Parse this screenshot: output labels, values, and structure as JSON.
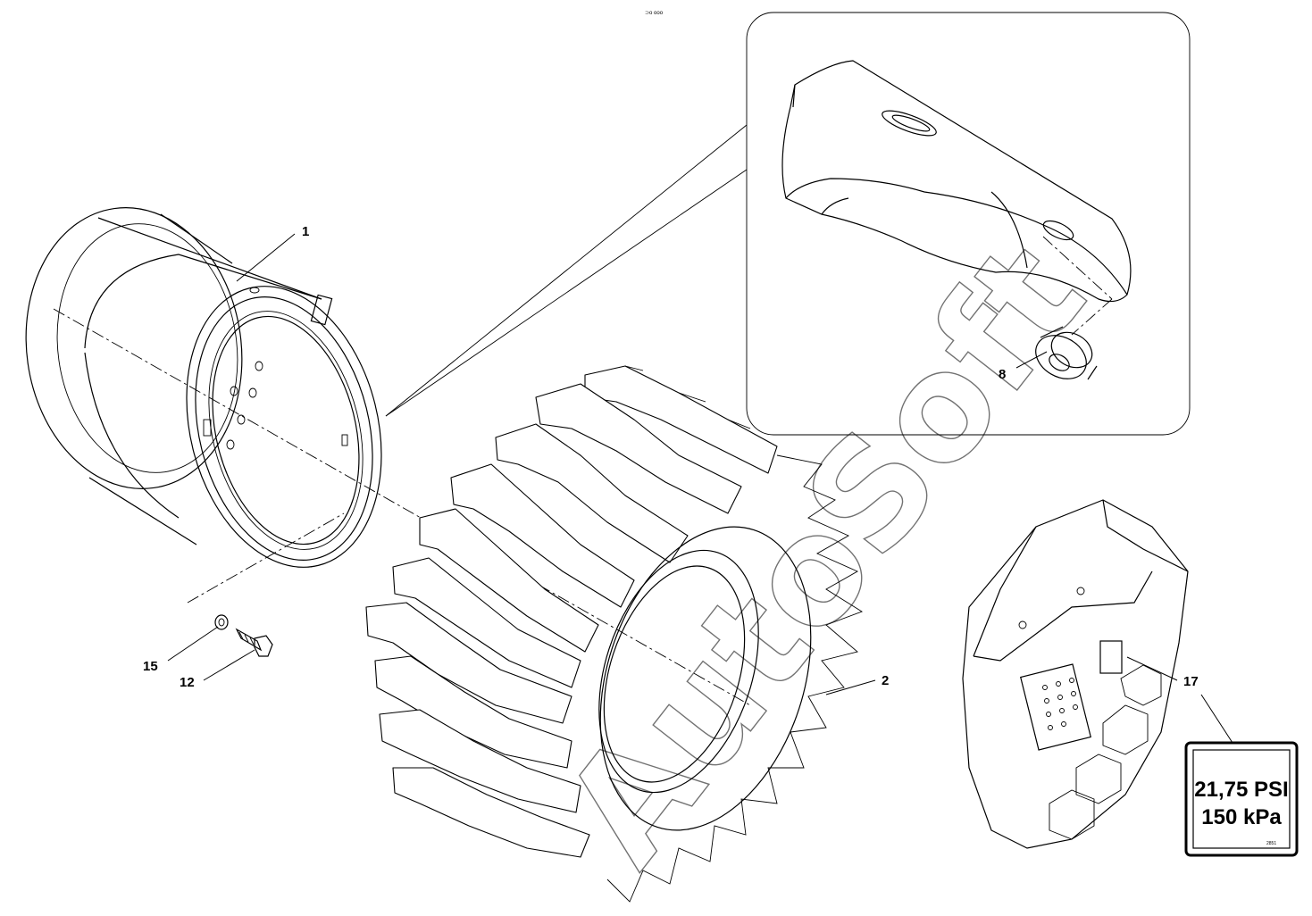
{
  "header_mark": "⊃o ooo",
  "callouts": {
    "c1": "1",
    "c2": "2",
    "c8": "8",
    "c12": "12",
    "c15": "15",
    "c17": "17"
  },
  "pressure_label": {
    "line1": "21,75 PSI",
    "line2": "150 kPa",
    "code": "2851"
  },
  "watermark": "AutoSoft"
}
